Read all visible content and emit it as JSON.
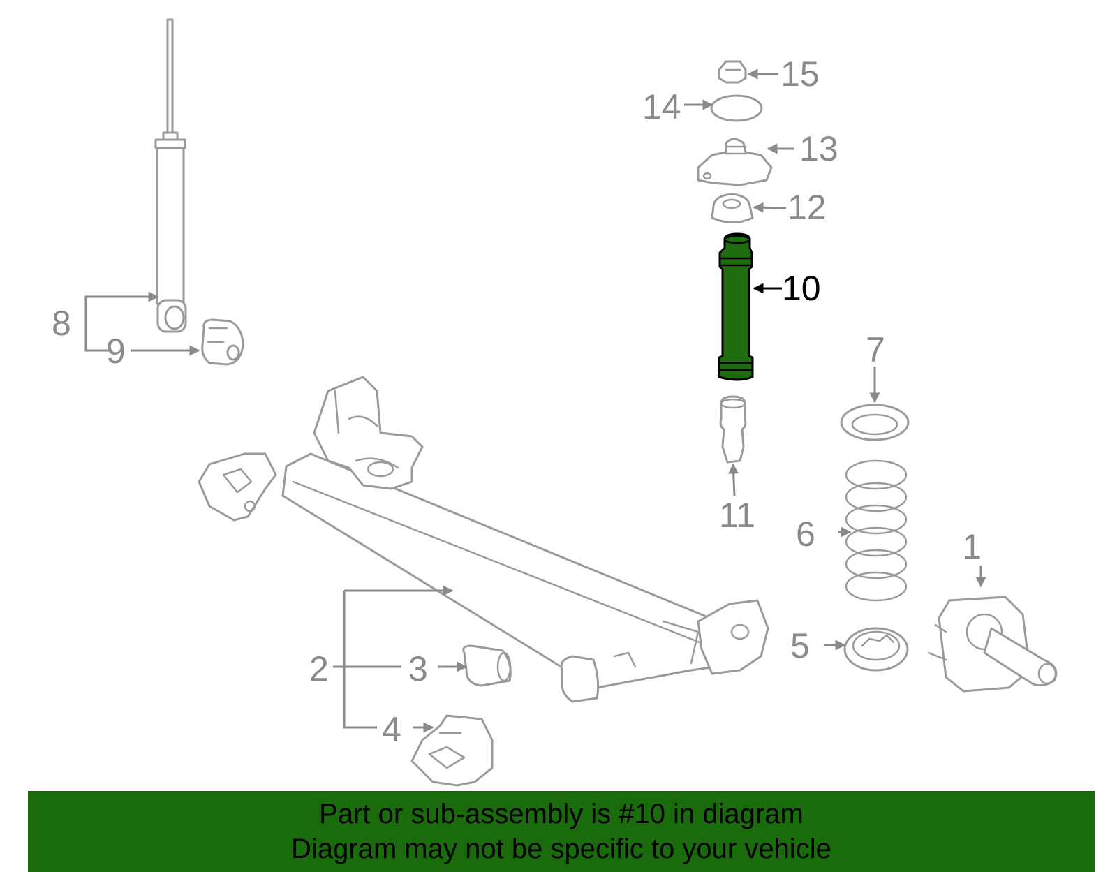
{
  "callouts": [
    "1",
    "2",
    "3",
    "4",
    "5",
    "6",
    "7",
    "8",
    "9",
    "10",
    "11",
    "12",
    "13",
    "14",
    "15"
  ],
  "highlighted_part": "10",
  "colors": {
    "highlight": "#1f6b10",
    "banner": "#1a6b0c",
    "part_line": "#9a9a9a"
  },
  "banner": {
    "line1": "Part or sub-assembly is #10 in diagram",
    "line2": "Diagram may not be specific to your vehicle"
  }
}
